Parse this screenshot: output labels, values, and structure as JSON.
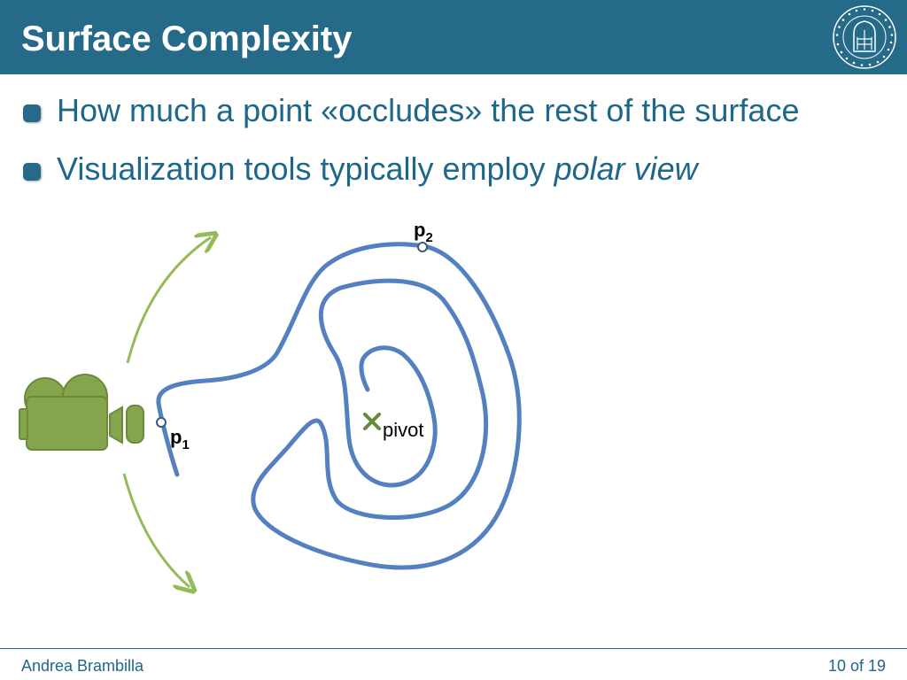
{
  "slide": {
    "title": "Surface Complexity"
  },
  "bullets": [
    {
      "text": "How much a point «occludes» the rest of the surface"
    },
    {
      "text": "Visualization tools typically employ ",
      "emphasis": "polar view"
    }
  ],
  "diagram": {
    "labels": {
      "p1_base": "p",
      "p1_sub": "1",
      "p2_base": "p",
      "p2_sub": "2",
      "pivot": "pivot"
    },
    "icons": {
      "camera": "movie-camera-icon",
      "pivot_marker": "cross-icon",
      "seal": "university-seal-icon"
    },
    "colors": {
      "surface": "#5480c2",
      "arrow": "#94ba5a",
      "camera": "#84a54c",
      "camera_outline": "#6b8a3a",
      "pivot_marker": "#67893a",
      "point_marker": "#3b5a78"
    }
  },
  "footer": {
    "author": "Andrea Brambilla",
    "page": "10 of 19"
  },
  "theme": {
    "header_bg": "#256a88",
    "text_color": "#1d6789"
  }
}
